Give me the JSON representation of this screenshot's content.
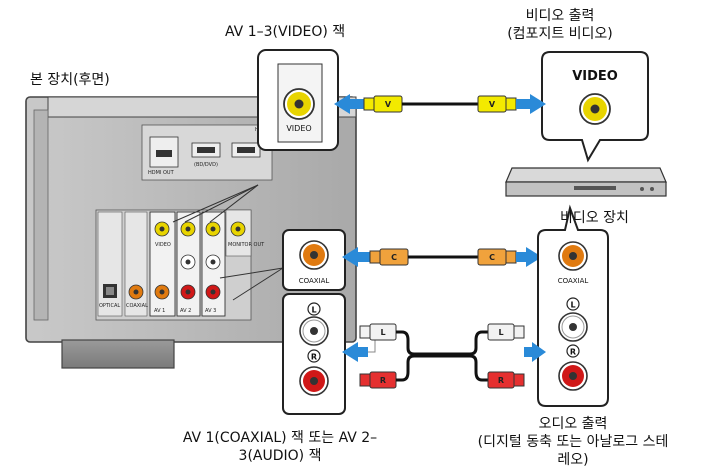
{
  "labels": {
    "unit_rear": "본 장치(후면)",
    "av_video_jack": "AV 1–3(VIDEO) 잭",
    "video_out_line1": "비디오 출력",
    "video_out_line2": "(컴포지트 비디오)",
    "video_device": "비디오 장치",
    "av_audio_line1": "AV 1(COAXIAL) 잭 또는 AV 2–",
    "av_audio_line2": "3(AUDIO) 잭",
    "audio_out_line1": "오디오 출력",
    "audio_out_line2": "(디지털 동축 또는 아날로그 스테",
    "audio_out_line3": "레오)"
  },
  "jack_labels": {
    "video_small": "VIDEO",
    "video_big": "VIDEO",
    "coaxial_left": "COAXIAL",
    "coaxial_right": "COAXIAL",
    "L": "L",
    "R": "R"
  },
  "plug_letters": {
    "video": "V",
    "coax": "C",
    "left": "L",
    "right": "R"
  },
  "panel_text": {
    "hdmi_out": "HDMI OUT",
    "bd_dvd": "(BD/DVD)",
    "optical": "OPTICAL",
    "coaxial": "COAXIAL",
    "av1": "AV 1",
    "av2": "AV 2",
    "av3": "AV 3",
    "monitor_out": "MONITOR OUT",
    "hd": "HD"
  },
  "colors": {
    "video_yellow": "#e8d400",
    "coax_orange": "#e07a10",
    "audio_red": "#d01818",
    "arrow_blue": "#2a8ad8",
    "plug_yellow": "#f3ea00",
    "plug_orange": "#f0a23c",
    "plug_white": "#f2f2f2",
    "plug_red": "#e53030"
  }
}
